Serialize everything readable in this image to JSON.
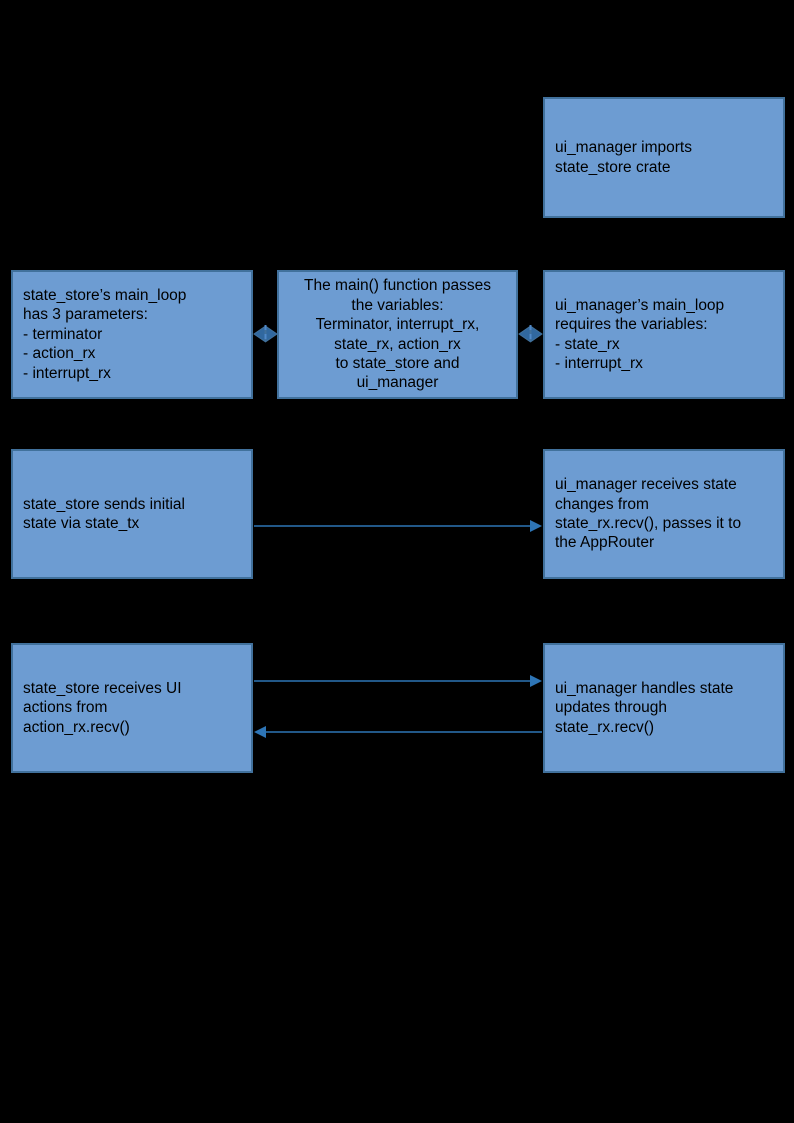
{
  "theme": {
    "bg": "#000000",
    "box-fill": "#6D9CD2",
    "box-border": "#41719C",
    "arrow": "#2E75B6",
    "connector-fill": "#31689F",
    "connector-line": "#5089C8",
    "text": "#000000"
  },
  "diagram": {
    "boxes": {
      "imports": {
        "text": "ui_manager imports\nstate_store crate"
      },
      "state_store_params": {
        "text": "state_store’s main_loop\nhas 3 parameters:\n- terminator\n- action_rx\n- interrupt_rx"
      },
      "main_passes": {
        "text": "The main() function passes\nthe variables:\nTerminator, interrupt_rx,\nstate_rx, action_rx\nto state_store and\nui_manager"
      },
      "ui_manager_requires": {
        "text": "ui_manager’s main_loop\nrequires the variables:\n- state_rx\n- interrupt_rx"
      },
      "state_store_sends": {
        "text": "state_store sends initial\nstate via state_tx"
      },
      "ui_manager_receives": {
        "text": "ui_manager receives state\nchanges from\nstate_rx.recv(), passes it to\nthe AppRouter"
      },
      "state_store_receives": {
        "text": "state_store receives UI\nactions from\naction_rx.recv()"
      },
      "ui_manager_handles": {
        "text": "ui_manager handles state\nupdates through\nstate_rx.recv()"
      }
    }
  }
}
